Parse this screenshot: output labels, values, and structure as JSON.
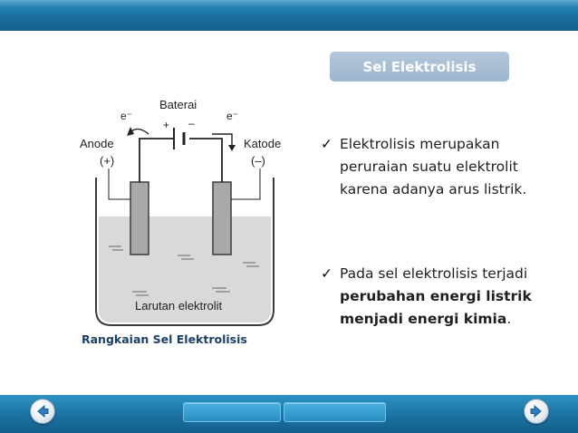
{
  "slide": {
    "title": "Sel Elektrolisis",
    "caption": "Rangkaian Sel Elektrolisis",
    "bullets": [
      {
        "text": "Elektrolisis merupakan peruraian suatu elektrolit karena adanya arus listrik."
      },
      {
        "pre": "Pada sel elektrolisis terjadi ",
        "bold": "perubahan energi listrik menjadi energi kimia",
        "post": "."
      }
    ]
  },
  "diagram": {
    "battery_label": "Baterai",
    "electron_left": "e⁻",
    "electron_right": "e⁻",
    "plus_sign": "+",
    "minus_sign": "–",
    "anode_label": "Anode",
    "anode_sign": "(+)",
    "cathode_label": "Katode",
    "cathode_sign": "(–)",
    "solution_label": "Larutan elektrolit"
  },
  "nav": {
    "prev_icon": "left-arrow-icon",
    "next_icon": "right-arrow-icon"
  },
  "colors": {
    "bar": "#1a6f9f",
    "title_pill": "#a9bfd5",
    "caption": "#1b3f66"
  }
}
